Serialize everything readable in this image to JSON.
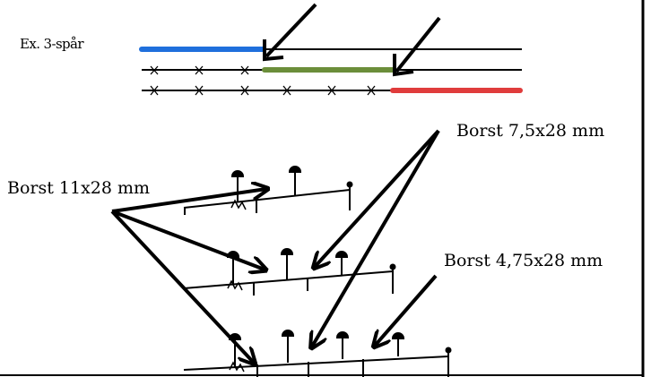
{
  "example_label": "Ex. 3-spår",
  "labels": {
    "brush_11": "Borst 11x28 mm",
    "brush_7_5": "Borst 7,5x28 mm",
    "brush_4_75": "Borst 4,75x28 mm"
  },
  "colors": {
    "track_1": "#1f6fdc",
    "track_2": "#6b8e3a",
    "track_3": "#e03c3c",
    "line": "#000000"
  }
}
